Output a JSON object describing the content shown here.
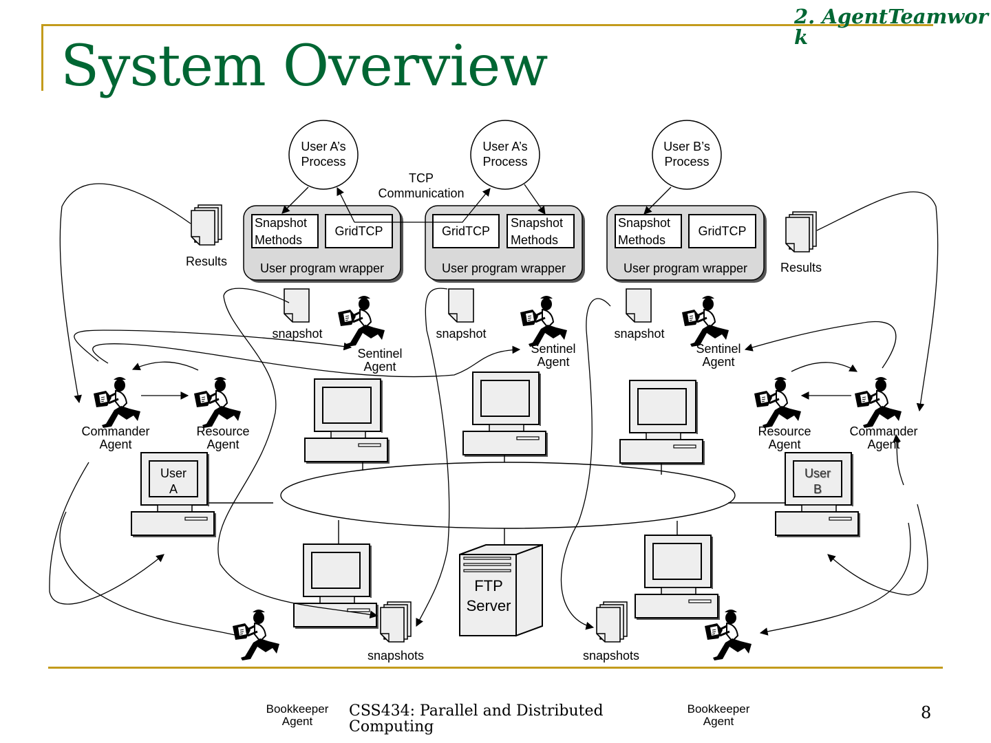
{
  "slide": {
    "title": "System Overview",
    "section_label": "2. AgentTeamwork",
    "footer_course": "CSS434: Parallel and Distributed Computing",
    "page_number": "8",
    "accent_color": "#c39b1c",
    "title_color": "#006633"
  },
  "diagram": {
    "processes": [
      {
        "line1": "User A’s",
        "line2": "Process"
      },
      {
        "line1": "User A’s",
        "line2": "Process"
      },
      {
        "line1": "User B’s",
        "line2": "Process"
      }
    ],
    "tcp_label": {
      "line1": "TCP",
      "line2": "Communication"
    },
    "wrappers": [
      {
        "label": "User program wrapper",
        "snapshot_line1": "Snapshot",
        "snapshot_line2": "Methods",
        "gridtcp": "GridTCP"
      },
      {
        "label": "User program wrapper",
        "snapshot_line1": "Snapshot",
        "snapshot_line2": "Methods",
        "gridtcp": "GridTCP"
      },
      {
        "label": "User program wrapper",
        "snapshot_line1": "Snapshot",
        "snapshot_line2": "Methods",
        "gridtcp": "GridTCP"
      }
    ],
    "results_left": "Results",
    "results_right": "Results",
    "snapshot_label": "snapshot",
    "snapshots_label": "snapshots",
    "sentinel": {
      "line1": "Sentinel",
      "line2": "Agent"
    },
    "commander": {
      "line1": "Commander",
      "line2": "Agent"
    },
    "resource": {
      "line1": "Resource",
      "line2": "Agent"
    },
    "bookkeeper": {
      "line1": "Bookkeeper",
      "line2": "Agent"
    },
    "user_a": {
      "line1": "User",
      "line2": "A"
    },
    "user_b": {
      "line1": "User",
      "line2": "B"
    },
    "ftp_server": {
      "line1": "FTP",
      "line2": "Server"
    }
  }
}
